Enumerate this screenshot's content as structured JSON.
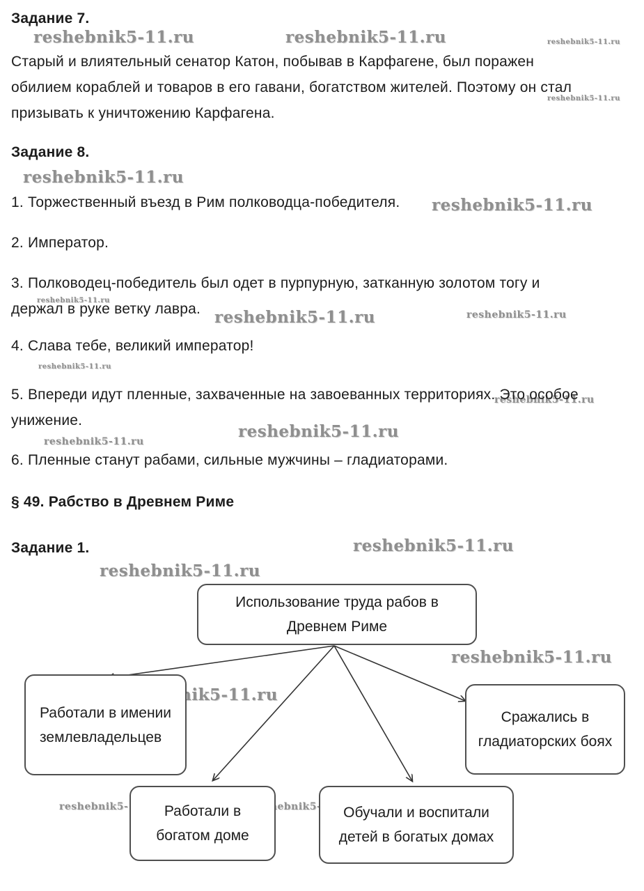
{
  "watermark": {
    "text": "reshebnik5-11.ru"
  },
  "tasks": {
    "task7": {
      "title": "Задание 7.",
      "body": "Старый и влиятельный сенатор Катон, побывав в Карфагене, был поражен\nобилием кораблей и товаров в его гавани, богатством жителей. Поэтому он стал\nпризывать к уничтожению Карфагена."
    },
    "task8": {
      "title": "Задание 8.",
      "items": [
        "1. Торжественный въезд в Рим полководца-победителя.",
        "2. Император.",
        "3. Полководец-победитель был одет в пурпурную, затканную золотом тогу и\nдержал в руке ветку лавра.",
        "4. Слава тебе, великий император!",
        "5. Впереди идут пленные, захваченные на завоеванных территориях. Это особое\nунижение.",
        "6. Пленные станут рабами, сильные мужчины – гладиаторами."
      ]
    },
    "section_title": "§ 49. Рабство в Древнем Риме",
    "task1": {
      "title": "Задание 1."
    }
  },
  "diagram": {
    "root": "Использование труда рабов в\nДревнем Риме",
    "estate": "Работали в имении\nземлевладельцев",
    "home": "Работали в\nбогатом доме",
    "teach": "Обучали и воспитали\nдетей в богатых домах",
    "gladiator": "Сражались в\nгладиаторских боях"
  }
}
